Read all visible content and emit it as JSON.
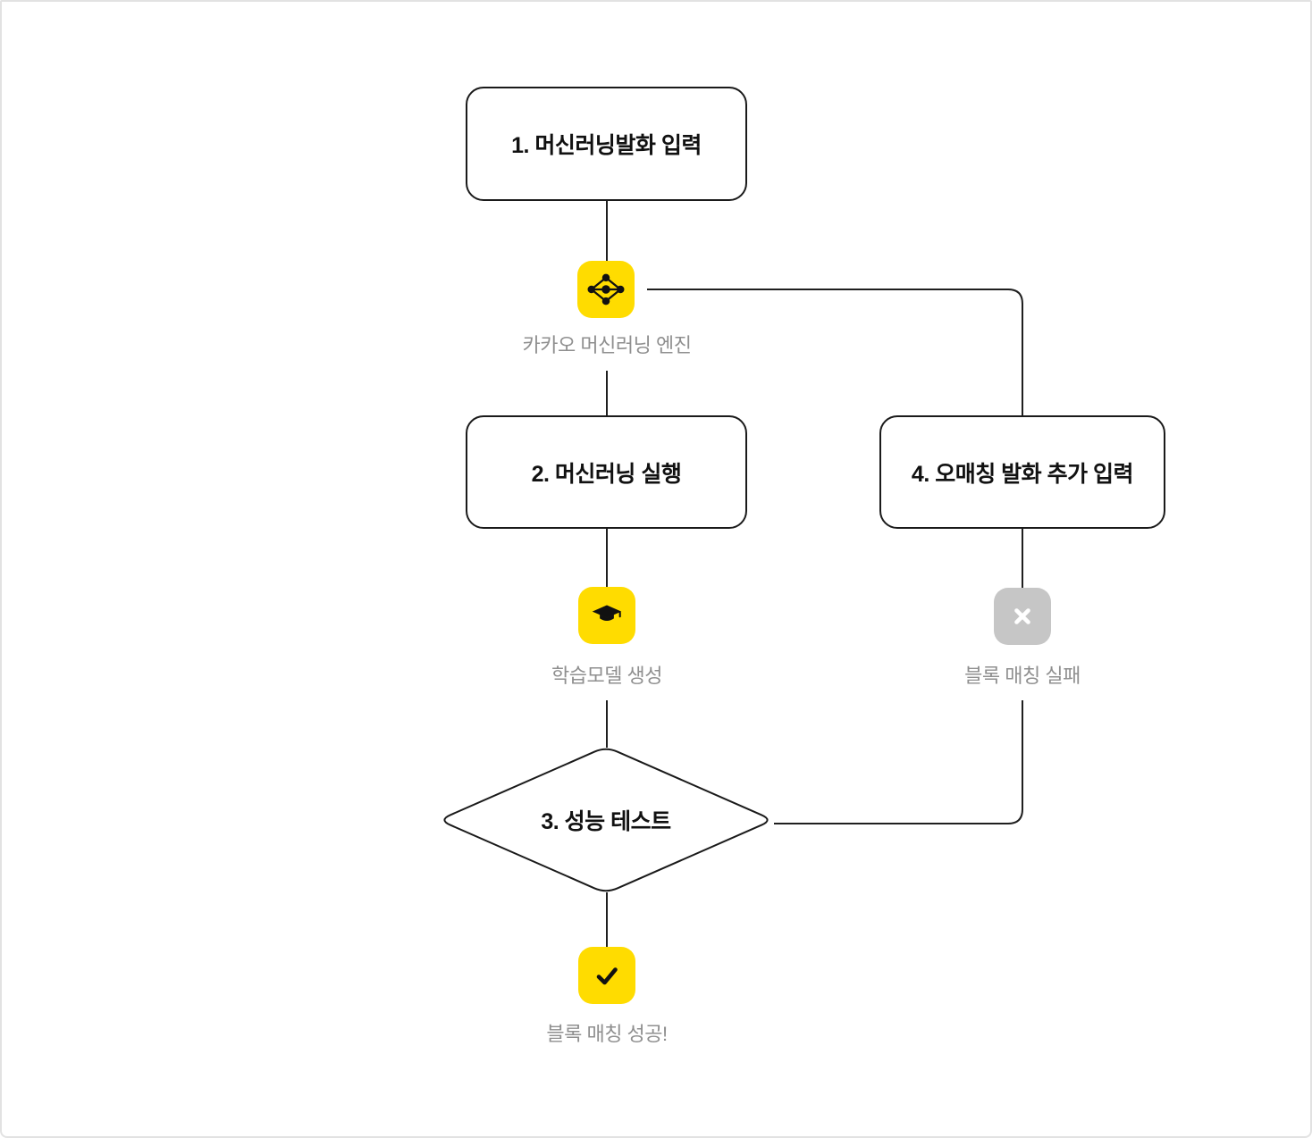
{
  "diagram": {
    "type": "flowchart",
    "nodes": {
      "step1": {
        "label": "1. 머신러닝발화 입력",
        "shape": "rounded-rect"
      },
      "engine": {
        "label": "카카오 머신러닝 엔진",
        "icon": "network-graph-icon",
        "badge_color": "#FFDC00"
      },
      "step2": {
        "label": "2. 머신러닝 실행",
        "shape": "rounded-rect"
      },
      "model": {
        "label": "학습모델 생성",
        "icon": "graduation-cap-icon",
        "badge_color": "#FFDC00"
      },
      "step3": {
        "label": "3. 성능 테스트",
        "shape": "diamond"
      },
      "success": {
        "label": "블록 매칭 성공!",
        "icon": "check-icon",
        "badge_color": "#FFDC00"
      },
      "step4": {
        "label": "4. 오매칭 발화 추가 입력",
        "shape": "rounded-rect"
      },
      "fail": {
        "label": "블록 매칭 실패",
        "icon": "x-icon",
        "badge_color": "#C6C6C6"
      }
    },
    "edges": [
      {
        "from": "step1",
        "to": "engine"
      },
      {
        "from": "engine",
        "to": "step2"
      },
      {
        "from": "step2",
        "to": "model"
      },
      {
        "from": "model",
        "to": "step3"
      },
      {
        "from": "step3",
        "to": "success"
      },
      {
        "from": "step3",
        "to": "fail"
      },
      {
        "from": "fail",
        "to": "step4"
      },
      {
        "from": "step4",
        "to": "engine"
      }
    ],
    "colors": {
      "accent_yellow": "#FFDC00",
      "icon_gray": "#C6C6C6",
      "caption_gray": "#8F8F8F",
      "line_black": "#1F1F1F",
      "page_border": "#E2E2E2"
    }
  }
}
